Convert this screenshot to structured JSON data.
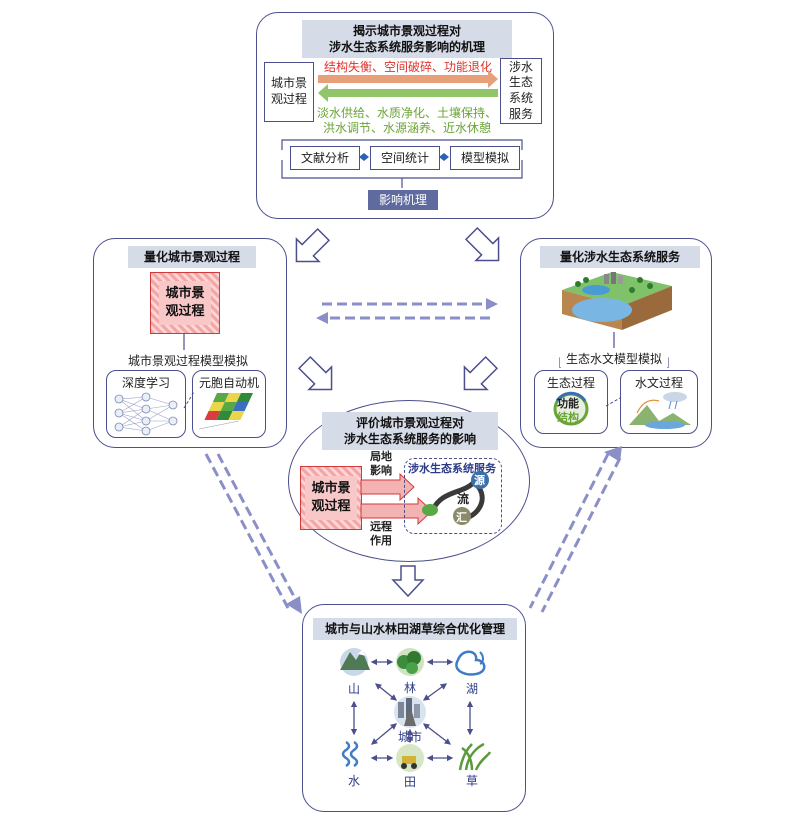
{
  "top": {
    "title_line1": "揭示城市景观过程对",
    "title_line2": "涉水生态系统服务影响的机理",
    "left_box": "城市景观过程",
    "right_box": "涉水生态系统服务",
    "red_text": "结构失衡、空间破碎、功能退化",
    "green_line1": "淡水供给、水质净化、土壤保持、",
    "green_line2": "洪水调节、水源涵养、近水休憩",
    "methods": [
      "文献分析",
      "空间统计",
      "模型模拟"
    ],
    "bottom_tab": "影响机理"
  },
  "left": {
    "title": "量化城市景观过程",
    "block_line1": "城市景",
    "block_line2": "观过程",
    "sub_label": "城市景观过程模型模拟",
    "deep_learning": "深度学习",
    "cellular": "元胞自动机"
  },
  "right": {
    "title": "量化涉水生态系统服务",
    "sub_label": "生态水文模型模拟",
    "eco_process": "生态过程",
    "hydro_process": "水文过程",
    "func": "功能",
    "struct": "结构"
  },
  "middle": {
    "title_line1": "评价城市景观过程对",
    "title_line2": "涉水生态系统服务的影响",
    "block_line1": "城市景",
    "block_line2": "观过程",
    "local_line1": "局地",
    "local_line2": "影响",
    "remote_line1": "远程",
    "remote_line2": "作用",
    "service_label": "涉水生态系统服务",
    "source": "源",
    "flow": "流",
    "sink": "汇"
  },
  "bottom": {
    "title": "城市与山水林田湖草综合优化管理",
    "mountain": "山",
    "forest": "林",
    "lake": "湖",
    "city": "城市",
    "water": "水",
    "field": "田",
    "grass": "草"
  },
  "colors": {
    "frame": "#4b4f8c",
    "red_arrow": "#e8a07a",
    "green_arrow": "#92c469",
    "dashed": "#8a8fc7"
  }
}
